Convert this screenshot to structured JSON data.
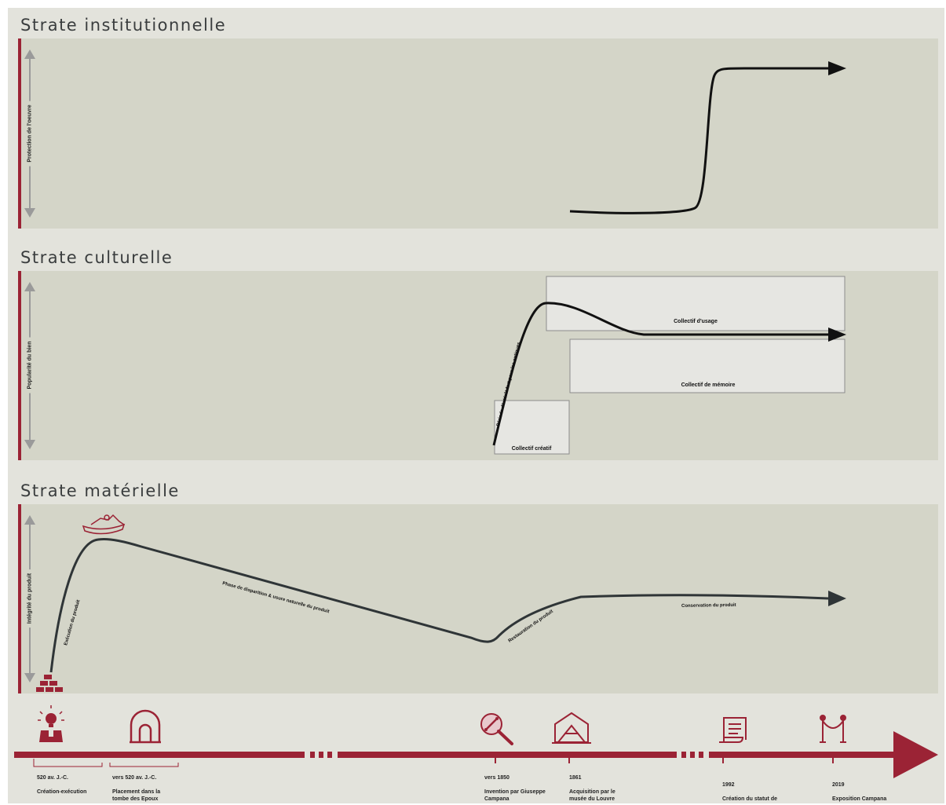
{
  "strates": {
    "institutionnelle": {
      "title": "Strate institutionnelle",
      "axis_label": "Protection de l'oeuvre"
    },
    "culturelle": {
      "title": "Strate culturelle",
      "axis_label": "Popularité du bien",
      "curve_label": "Période d'intérêt fort pour les antiques",
      "boxes": {
        "usage": "Collectif d'usage",
        "memoire": "Collectif de mémoire",
        "creatif": "Collectif créatif"
      }
    },
    "materielle": {
      "title": "Strate matérielle",
      "axis_label": "Intégrité du produit",
      "phases": {
        "execution": "Exécution du produit",
        "disparition": "Phase de disparition & usure naturelle du produit",
        "restauration": "Restauration du produit",
        "conservation": "Conservation du produit"
      }
    }
  },
  "timeline": {
    "events": [
      {
        "date": "520 av. J.-C.",
        "label": "Création-exécution",
        "icon": "lightbulb-person-icon"
      },
      {
        "date": "vers 520 av. J.-C.",
        "label": "Placement dans la tombe des Epoux",
        "icon": "tomb-arch-icon"
      },
      {
        "date": "vers 1850",
        "label": "Invention par Giuseppe Campana",
        "icon": "magnifier-bone-icon"
      },
      {
        "date": "1861",
        "label": "Acquisition par le musée du Louvre",
        "icon": "louvre-icon"
      },
      {
        "date": "1992",
        "label": "Création du statut de trésor national",
        "icon": "document-scroll-icon"
      },
      {
        "date": "2019",
        "label": "Exposition Campana au Louvre",
        "icon": "barrier-rope-icon"
      }
    ]
  },
  "colors": {
    "accent": "#9b2335",
    "panel": "#d4d5c8",
    "background": "#e3e3dc",
    "curve": "#111111",
    "curve_material": "#2f3537"
  }
}
